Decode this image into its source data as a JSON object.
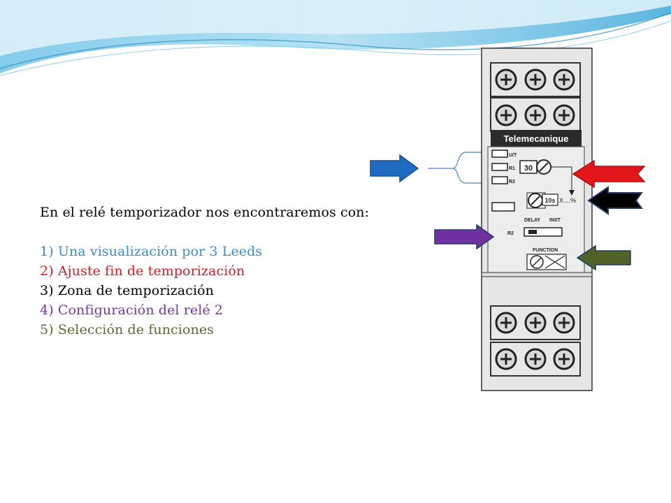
{
  "slide": {
    "intro": "En el relé temporizador nos encontraremos con:",
    "items": [
      {
        "label": "1) Una visualización por 3 Leeds",
        "color": "#3B8CC8"
      },
      {
        "label": "2) Ajuste fin de temporización",
        "color": "#E3161A"
      },
      {
        "label": "3) Zona de temporización",
        "color": "#000000"
      },
      {
        "label": "4) Configuración del relé 2",
        "color": "#7B35A0"
      },
      {
        "label": "5) Selección de funciones",
        "color": "#5B6B2C"
      }
    ]
  },
  "device": {
    "brand": "Telemecanique",
    "led_labels": [
      "U/T",
      "R1",
      "R2"
    ],
    "dial_value": "30",
    "time_range": "10s",
    "percent_label": "X....%",
    "delay_label": "DELAY",
    "inst_label": "INST",
    "relay_label": "R2",
    "function_label": "FUNCTION"
  },
  "arrows": {
    "blue": "#1F6BC2",
    "red": "#E3161A",
    "black": "#000000",
    "purple": "#7032A0",
    "green": "#4F6228"
  }
}
